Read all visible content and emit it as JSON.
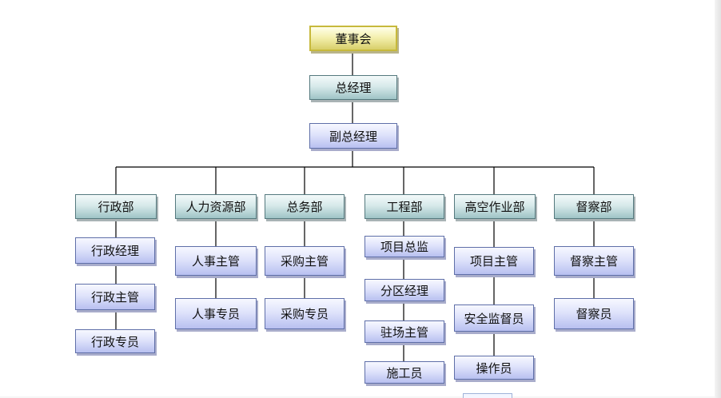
{
  "org_chart": {
    "board": "董事会",
    "ceo": "总经理",
    "vice_ceo": "副总经理",
    "departments": {
      "admin": {
        "name": "行政部",
        "positions": [
          "行政经理",
          "行政主管",
          "行政专员"
        ]
      },
      "hr": {
        "name": "人力资源部",
        "positions": [
          "人事主管",
          "人事专员"
        ]
      },
      "general": {
        "name": "总务部",
        "positions": [
          "采购主管",
          "采购专员"
        ]
      },
      "engineering": {
        "name": "工程部",
        "positions": [
          "项目总监",
          "分区经理",
          "驻场主管",
          "施工员"
        ]
      },
      "aerial": {
        "name": "高空作业部",
        "positions": [
          "项目主管",
          "安全监督员",
          "操作员"
        ]
      },
      "supervision": {
        "name": "督察部",
        "positions": [
          "督察主管",
          "督察员"
        ]
      }
    }
  },
  "colors": {
    "board": "#f4f0b0",
    "management": "#d7e9ea",
    "department": "#d7e9ea",
    "position": "#dfe3fb",
    "connector": "#000000"
  }
}
